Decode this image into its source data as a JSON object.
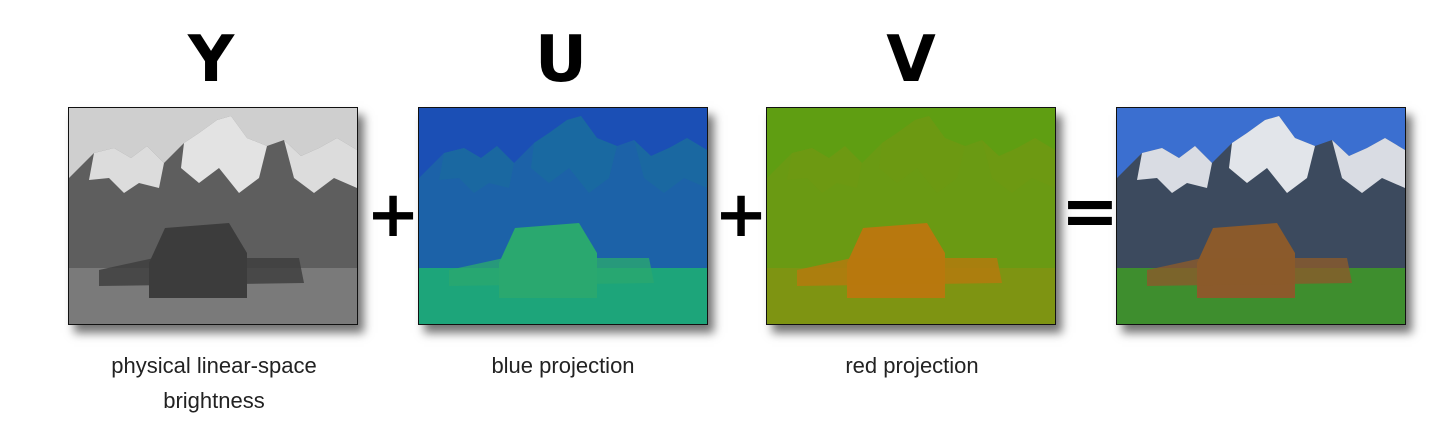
{
  "components": [
    {
      "letter": "Y",
      "caption": "physical linear-space brightness"
    },
    {
      "letter": "U",
      "caption": "blue projection"
    },
    {
      "letter": "V",
      "caption": "red projection"
    },
    {
      "letter": "",
      "caption": ""
    }
  ],
  "operators": [
    "+",
    "+",
    "="
  ],
  "colors": {
    "y_sky": "#cfcfcf",
    "y_mountain": "#5e5e5e",
    "y_snow": "#f2f2f2",
    "y_field": "#7a7a7a",
    "y_barn": "#3c3c3c",
    "u_sky": "#1b4fb5",
    "u_mountain": "#1c62a8",
    "u_snow": "#1a6aa0",
    "u_field": "#1da57a",
    "u_barn": "#2aa86f",
    "v_sky": "#5f9e12",
    "v_mountain": "#6a9a13",
    "v_snow": "#6d9913",
    "v_field": "#7e9412",
    "v_barn": "#b8780e",
    "c_sky": "#3b6fd0",
    "c_mountain": "#3c4a5e",
    "c_snow": "#f4f6fa",
    "c_field": "#3e8e2e",
    "c_barn": "#8b5a2b"
  }
}
